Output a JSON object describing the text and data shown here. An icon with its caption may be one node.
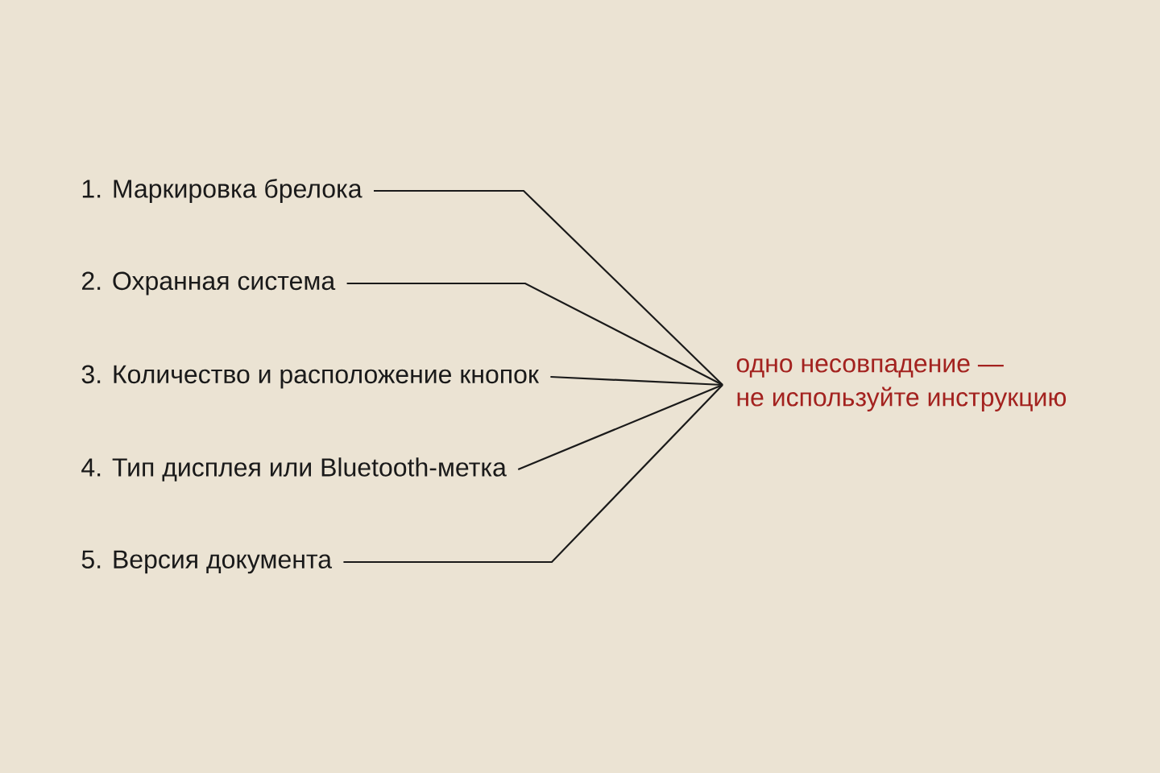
{
  "diagram": {
    "nodes": [
      {
        "text": [
          "1. Маркировка брелока"
        ]
      },
      {
        "text": [
          "2. Охранная система"
        ]
      },
      {
        "text": [
          "3. Количество и расположение кнопок"
        ]
      },
      {
        "text": [
          "4. Тип дисплея или Bluetooth-метка"
        ]
      },
      {
        "text": [
          "5. Версия документа"
        ]
      },
      {
        "text": [
          "одно несовпадение — не используйте инструкцию"
        ]
      }
    ],
    "edges": [
      {
        "from": 0,
        "to": 5,
        "arrow": "none"
      },
      {
        "from": 1,
        "to": 5,
        "arrow": "none"
      },
      {
        "from": 2,
        "to": 5,
        "arrow": "none"
      },
      {
        "from": 3,
        "to": 5,
        "arrow": "none"
      },
      {
        "from": 4,
        "to": 5,
        "arrow": "none"
      }
    ]
  }
}
